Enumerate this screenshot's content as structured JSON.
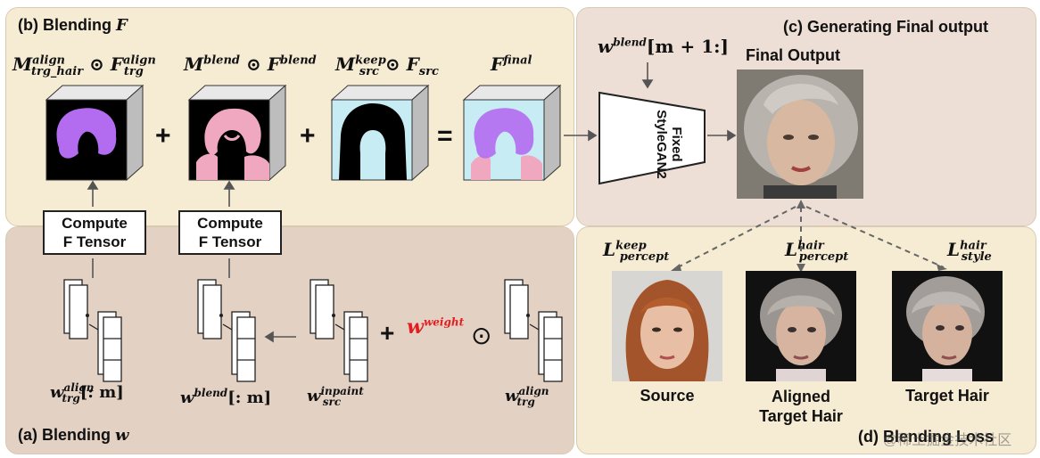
{
  "panel_b": {
    "title_prefix": "(b) Blending ",
    "title_var": "F",
    "terms": [
      {
        "base": "M",
        "sup": "align",
        "sub": "trg_hair",
        "op": "⊙",
        "base2": "F",
        "sup2": "align",
        "sub2": "trg"
      },
      {
        "base": "M",
        "sup": "blend",
        "sub": "",
        "op": "⊙",
        "base2": "F",
        "sup2": "blend",
        "sub2": ""
      },
      {
        "base": "M",
        "sup": "keep",
        "sub": "src",
        "op": "⊙",
        "base2": "F",
        "sup2": "",
        "sub2": "src"
      },
      {
        "base": "F",
        "sup": "final",
        "sub": "",
        "op": "",
        "base2": "",
        "sup2": "",
        "sub2": ""
      }
    ],
    "plus": "+",
    "equals": "=",
    "compute_label_1": "Compute",
    "compute_label_2": "F Tensor"
  },
  "panel_a": {
    "title_prefix": "(a) Blending ",
    "title_var": "w",
    "plus": "+",
    "weight_base": "w",
    "weight_sup": "weight",
    "weight_color": "#e02020",
    "odot": "⊙",
    "labels": [
      {
        "base": "w",
        "sup": "align",
        "sub": "trg",
        "suffix": "[: m]"
      },
      {
        "base": "w",
        "sup": "blend",
        "sub": "",
        "suffix": "[: m]"
      },
      {
        "base": "w",
        "sup": "inpaint",
        "sub": "src",
        "suffix": ""
      },
      {
        "base": "w",
        "sup": "align",
        "sub": "trg",
        "suffix": ""
      }
    ]
  },
  "panel_c": {
    "title": "(c) Generating Final output",
    "w_base": "w",
    "w_sup": "blend",
    "w_suffix": "[m + 1:]",
    "generator_line1": "Fixed",
    "generator_line2": "StyleGAN2",
    "final_output_label": "Final Output"
  },
  "panel_d": {
    "title": "(d) Blending Loss",
    "losses": [
      {
        "base": "L",
        "sup": "keep",
        "sub": "percept"
      },
      {
        "base": "L",
        "sup": "hair",
        "sub": "percept"
      },
      {
        "base": "L",
        "sup": "hair",
        "sub": "style"
      }
    ],
    "captions": [
      "Source",
      "Aligned\nTarget Hair",
      "Target Hair"
    ],
    "watermark": "@稀土掘金技术社区"
  },
  "colors": {
    "hair_purple": "#b36cf0",
    "mask_pink": "#f0a8c0",
    "src_lightblue": "#c8ecf4",
    "cube_side": "#bdbdbd",
    "cube_top": "#e8e8e8"
  }
}
